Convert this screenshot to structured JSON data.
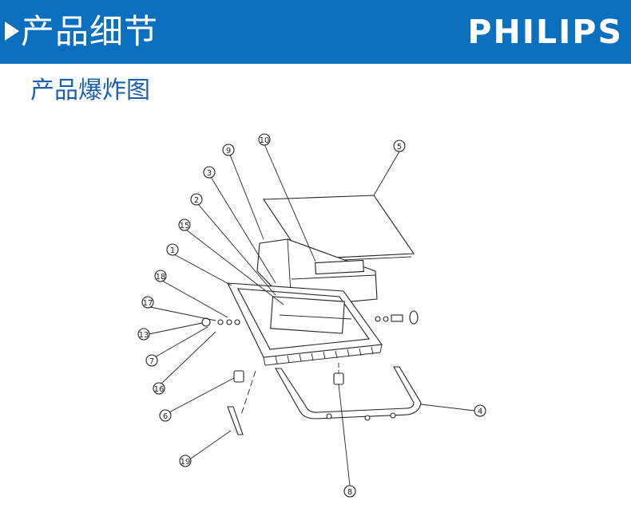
{
  "banner": {
    "title": "产品细节",
    "brand": "PHILIPS"
  },
  "section": {
    "title": "产品爆炸图"
  },
  "callouts": {
    "c1": "1",
    "c2": "2",
    "c3": "3",
    "c4": "4",
    "c5": "5",
    "c6": "6",
    "c7": "7",
    "c8": "8",
    "c9": "9",
    "c10": "10",
    "c13": "13",
    "c15": "15",
    "c16": "16",
    "c17": "17",
    "c18": "18",
    "c19": "19"
  },
  "colors": {
    "banner": "#0b6fc0",
    "section_title": "#1a5fae"
  }
}
